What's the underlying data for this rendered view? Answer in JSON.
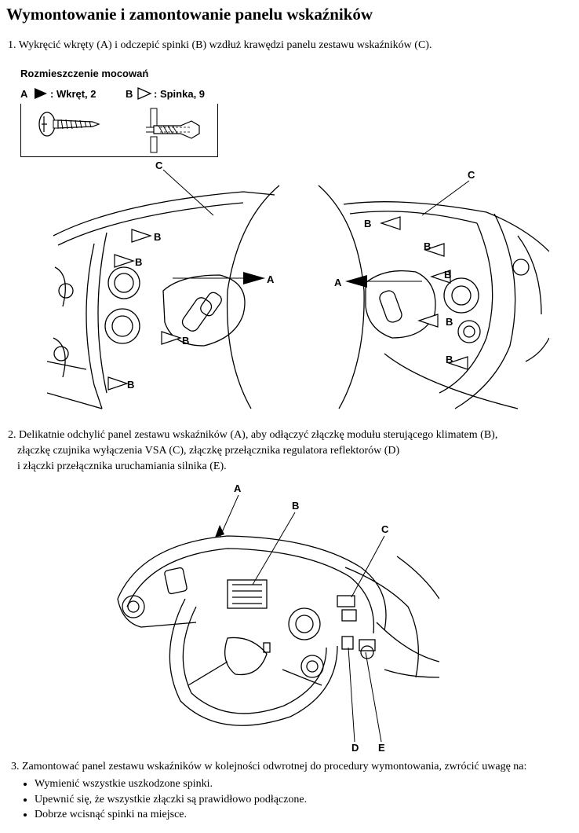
{
  "title": "Wymontowanie i zamontowanie panelu wskaźników",
  "steps": [
    {
      "number": "1.",
      "text": "Wykręcić wkręty (A) i odczepić spinki (B) wzdłuż krawędzi panelu zestawu wskaźników (C)."
    },
    {
      "number": "2.",
      "lines": [
        "Delikatnie odchylić panel zestawu wskaźników (A), aby odłączyć złączkę modułu sterującego klimatem (B),",
        "złączkę czujnika wyłączenia VSA (C), złączkę przełącznika regulatora reflektorów (D)",
        "i złączki przełącznika uruchamiania silnika (E)."
      ]
    },
    {
      "number": "3.",
      "text": "Zamontować panel zestawu wskaźników w kolejności odwrotnej do procedury wymontowania, zwrócić uwagę na:",
      "bullets": [
        "Wymienić wszystkie uszkodzone spinki.",
        "Upewnić się, że wszystkie złączki są prawidłowo podłączone.",
        "Dobrze wcisnąć spinki na miejsce."
      ]
    }
  ],
  "legend": {
    "heading": "Rozmieszczenie mocowań",
    "a_key": "A",
    "a_label": ": Wkręt, 2",
    "b_key": "B",
    "b_label": ": Spinka, 9"
  },
  "figure1_labels": {
    "c": "C",
    "a": "A",
    "b": "B"
  },
  "figure2_labels": {
    "a": "A",
    "b": "B",
    "c": "C",
    "d": "D",
    "e": "E"
  }
}
